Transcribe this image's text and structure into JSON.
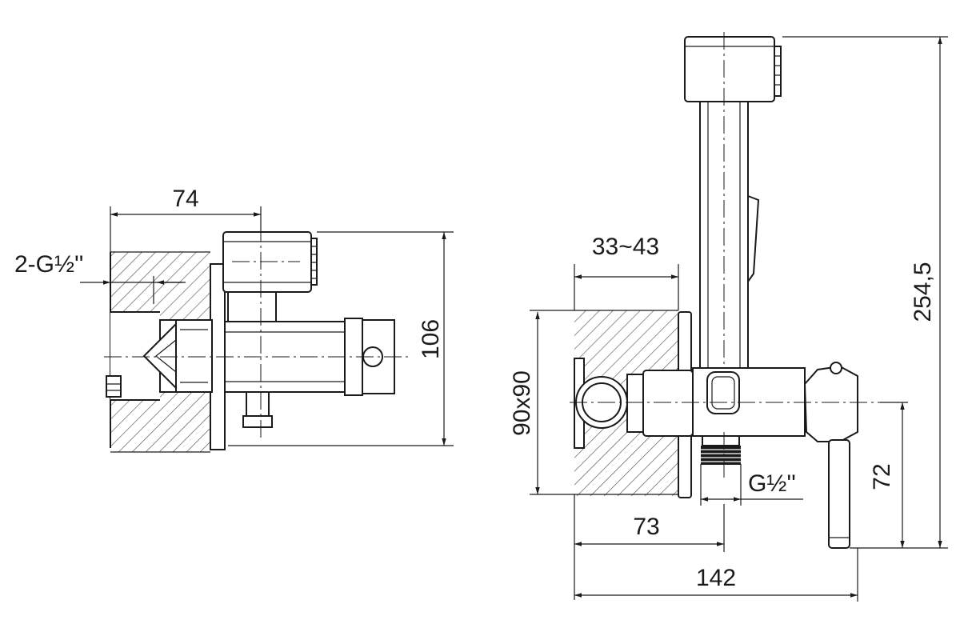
{
  "colors": {
    "line": "#1a1a1a",
    "background": "#ffffff"
  },
  "left_view": {
    "dim_width": "74",
    "dim_thread": "2-G½''",
    "dim_height": "106"
  },
  "right_view": {
    "dim_wall_depth": "33~43",
    "dim_plate": "90x90",
    "dim_outlet_thread": "G½''",
    "dim_outlet_offset": "73",
    "dim_total_depth": "142",
    "dim_lever_height": "72",
    "dim_total_height": "254,5"
  }
}
